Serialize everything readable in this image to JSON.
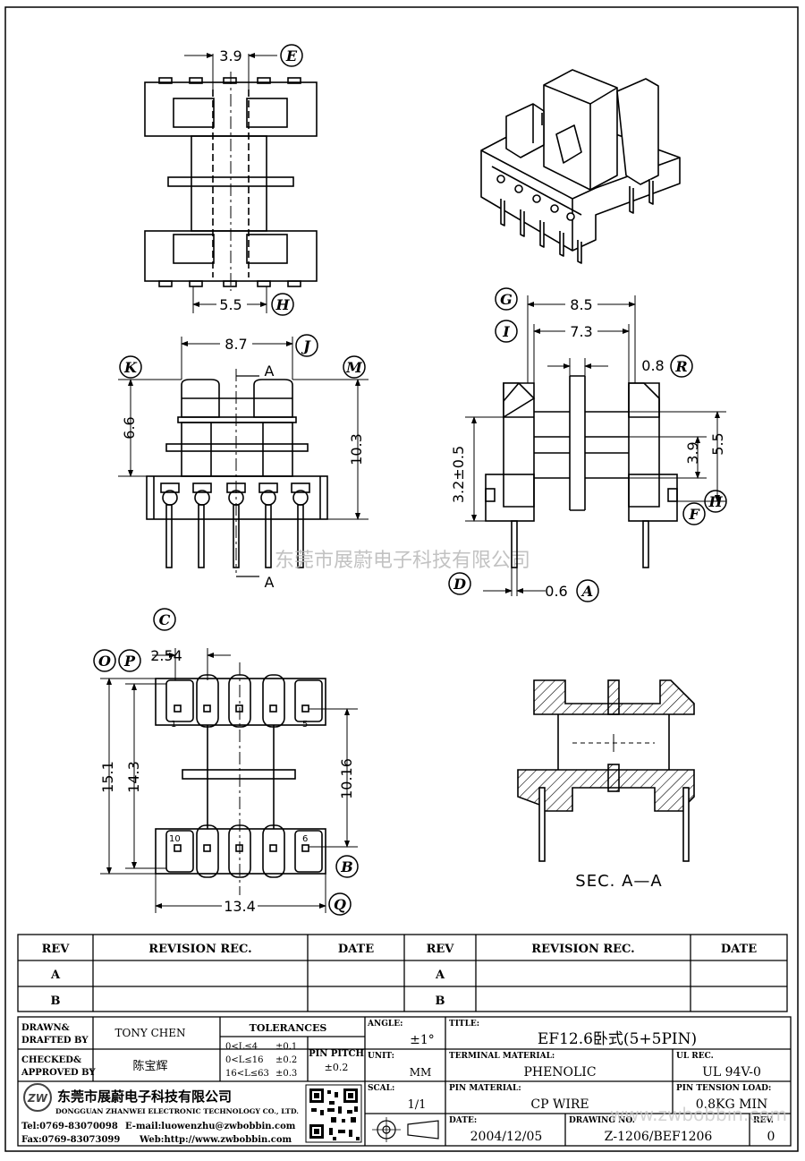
{
  "top_view": {
    "dim_top": "3.9",
    "dim_bottom": "5.5",
    "label_e": "E",
    "label_h": "H"
  },
  "front_view": {
    "dim_width": "8.7",
    "dim_height_left": "6.6",
    "dim_height_right": "10.3",
    "label_k": "K",
    "label_j": "J",
    "label_m": "M",
    "section_mark_top": "A",
    "section_mark_bottom": "A"
  },
  "side_view": {
    "dim_outer": "8.5",
    "dim_inner": "7.3",
    "dim_flange": "0.8",
    "dim_right_inner": "3.9",
    "dim_right_outer": "5.5",
    "dim_left": "3.2±0.5",
    "dim_pin": "0.6",
    "label_g": "G",
    "label_i": "I",
    "label_r": "R",
    "label_f": "F",
    "label_h": "H",
    "label_d": "D",
    "label_a": "A"
  },
  "bottom_view": {
    "dim_pitch": "2.54",
    "dim_outer_height": "15.1",
    "dim_inner_height": "14.3",
    "dim_row_spacing": "10.16",
    "dim_width": "13.4",
    "pin_1": "1",
    "pin_5": "5",
    "pin_6": "6",
    "pin_10": "10",
    "label_c": "C",
    "label_o": "O",
    "label_p": "P",
    "label_b": "B",
    "label_q": "Q"
  },
  "section_label": "SEC. A—A",
  "watermark": "东莞市展蔚电子科技有限公司",
  "revision_table": {
    "headers": [
      "REV",
      "REVISION REC.",
      "DATE",
      "REV",
      "REVISION REC.",
      "DATE"
    ],
    "rows": [
      [
        "A",
        "",
        "",
        "A",
        "",
        ""
      ],
      [
        "B",
        "",
        "",
        "B",
        "",
        ""
      ]
    ]
  },
  "title_block": {
    "drawn_label": "DRAWN&\nDRAFTED BY",
    "drawn_value": "TONY CHEN",
    "checked_label": "CHECKED&\nAPPROVED BY",
    "checked_value": "陈宝辉",
    "tolerances_label": "TOLERANCES",
    "tol_rows": [
      [
        "0<L≤4",
        "±0.1"
      ],
      [
        "0<L≤16",
        "±0.2"
      ],
      [
        "16<L≤63",
        "±0.3"
      ]
    ],
    "pin_pitch_label": "PIN PITCH",
    "pin_pitch_value": "±0.2",
    "angle_label": "ANGLE:",
    "angle_value": "±1°",
    "unit_label": "UNIT:",
    "unit_value": "MM",
    "scale_label": "SCAL:",
    "scale_value": "1/1",
    "title_label": "TITLE:",
    "title_value": "EF12.6卧式(5+5PIN)",
    "terminal_label": "TERMINAL MATERIAL:",
    "terminal_value": "PHENOLIC",
    "ul_label": "UL REC.",
    "ul_value": "UL 94V-0",
    "pin_material_label": "PIN MATERIAL:",
    "pin_material_value": "CP WIRE",
    "tension_label": "PIN TENSION LOAD:",
    "tension_value": "0.8KG MIN",
    "date_label": "DATE:",
    "date_value": "2004/12/05",
    "drawing_label": "DRAWING NO.",
    "drawing_value": "Z-1206/BEF1206",
    "rev_label": "REV.",
    "rev_value": "0",
    "company_cn": "东莞市展蔚电子科技有限公司",
    "company_en": "DONGGUAN ZHANWEI ELECTRONIC TECHNOLOGY CO., LTD.",
    "tel": "Tel:0769-83070098",
    "email": "E-mail:luowenzhu@zwbobbin.com",
    "fax": "Fax:0769-83073099",
    "web": "Web:http://www.zwbobbin.com",
    "logo_text": "ZW",
    "web_watermark": "www.zwbobbin.com"
  }
}
